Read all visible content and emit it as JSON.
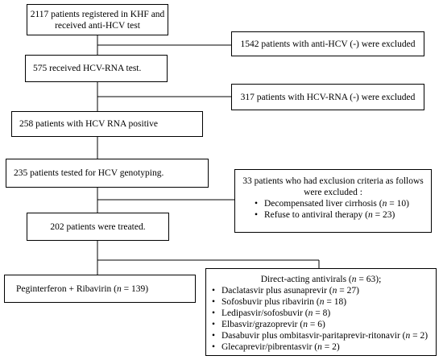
{
  "nodes": {
    "registered": {
      "line1": "2117 patients registered in KHF and",
      "line2": "received anti-HCV test"
    },
    "excl_anti_hcv": {
      "text": "1542 patients with anti-HCV (-) were excluded"
    },
    "hcv_rna_test": {
      "text": "575 received HCV-RNA test."
    },
    "excl_hcv_rna": {
      "text": "317 patients with HCV-RNA (-) were excluded"
    },
    "rna_positive": {
      "text": "258 patients with HCV RNA positive"
    },
    "genotyping": {
      "text": "235 patients tested for HCV genotyping."
    },
    "excl_criteria": {
      "line1": "33 patients who had exclusion criteria as follows",
      "line2": "were excluded :",
      "items": [
        {
          "pre": "Decompensated liver cirrhosis (",
          "n": "n",
          "post": " = 10)"
        },
        {
          "pre": "Refuse to antiviral therapy (",
          "n": "n",
          "post": " = 23)"
        }
      ]
    },
    "treated": {
      "text": "202 patients were treated."
    },
    "peg_riba": {
      "pre": "Peginterferon + Ribavirin (",
      "n": "n",
      "post": " = 139)"
    },
    "daa": {
      "title_pre": "Direct-acting antivirals (",
      "title_n": "n",
      "title_post": " = 63);",
      "items": [
        {
          "pre": "Daclatasvir plus asunaprevir (",
          "n": "n",
          "post": " = 27)"
        },
        {
          "pre": "Sofosbuvir plus ribavirin (",
          "n": "n",
          "post": " = 18)"
        },
        {
          "pre": "Ledipasvir/sofosbuvir (",
          "n": "n",
          "post": " = 8)"
        },
        {
          "pre": "Elbasvir/grazoprevir (",
          "n": "n",
          "post": " = 6)"
        },
        {
          "pre": "Dasabuvir plus ombitasvir-paritaprevir-ritonavir (",
          "n": "n",
          "post": " = 2)"
        },
        {
          "pre": "Glecaprevir/pibrentasvir (",
          "n": "n",
          "post": " = 2)"
        }
      ]
    }
  }
}
